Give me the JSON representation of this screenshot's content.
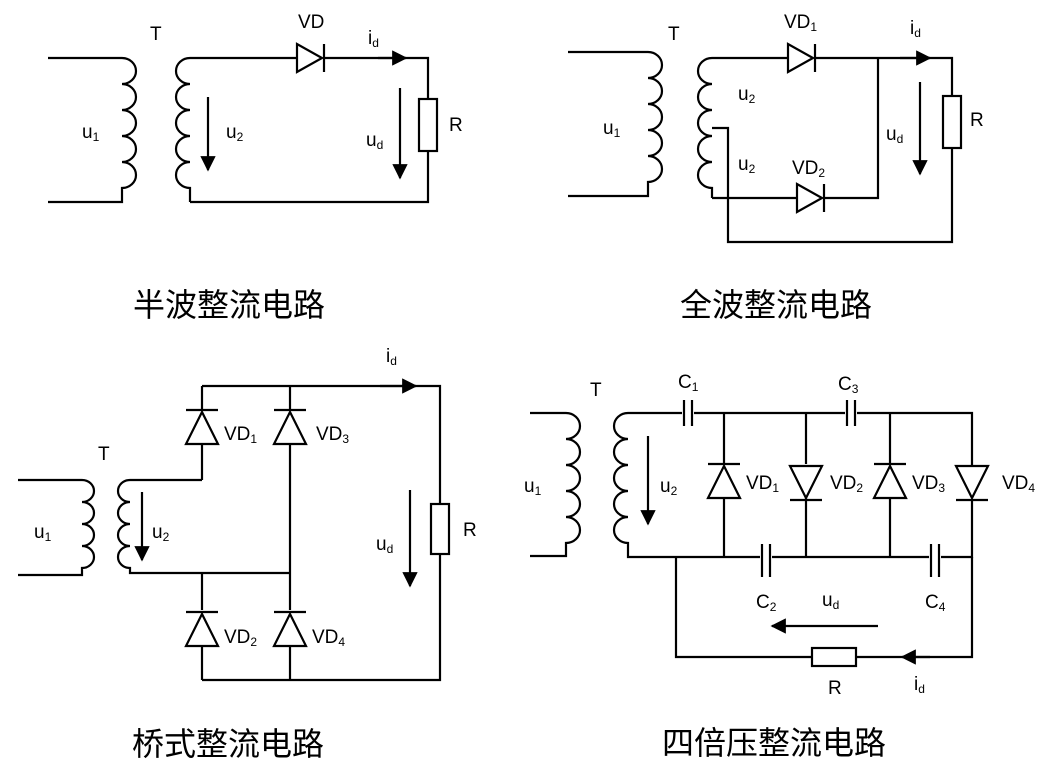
{
  "diagrams": [
    {
      "caption": "半波整流电路",
      "labels": {
        "transformer": "T",
        "diode": "VD",
        "current": "i",
        "current_sub": "d",
        "input": "u",
        "input_sub": "1",
        "secondary": "u",
        "secondary_sub": "2",
        "output": "u",
        "output_sub": "d",
        "load": "R"
      }
    },
    {
      "caption": "全波整流电路",
      "labels": {
        "transformer": "T",
        "diode1": "VD",
        "diode1_sub": "1",
        "diode2": "VD",
        "diode2_sub": "2",
        "current": "i",
        "current_sub": "d",
        "input": "u",
        "input_sub": "1",
        "secondary_top": "u",
        "secondary_top_sub": "2",
        "secondary_bottom": "u",
        "secondary_bottom_sub": "2",
        "output": "u",
        "output_sub": "d",
        "load": "R"
      }
    },
    {
      "caption": "桥式整流电路",
      "labels": {
        "transformer": "T",
        "diode1": "VD",
        "diode1_sub": "1",
        "diode2": "VD",
        "diode2_sub": "2",
        "diode3": "VD",
        "diode3_sub": "3",
        "diode4": "VD",
        "diode4_sub": "4",
        "current": "i",
        "current_sub": "d",
        "input": "u",
        "input_sub": "1",
        "secondary": "u",
        "secondary_sub": "2",
        "output": "u",
        "output_sub": "d",
        "load": "R"
      }
    },
    {
      "caption": "四倍压整流电路",
      "labels": {
        "transformer": "T",
        "c1": "C",
        "c1_sub": "1",
        "c2": "C",
        "c2_sub": "2",
        "c3": "C",
        "c3_sub": "3",
        "c4": "C",
        "c4_sub": "4",
        "diode1": "VD",
        "diode1_sub": "1",
        "diode2": "VD",
        "diode2_sub": "2",
        "diode3": "VD",
        "diode3_sub": "3",
        "diode4": "VD",
        "diode4_sub": "4",
        "input": "u",
        "input_sub": "1",
        "secondary": "u",
        "secondary_sub": "2",
        "output": "u",
        "output_sub": "d",
        "current": "i",
        "current_sub": "d",
        "load": "R"
      }
    }
  ]
}
